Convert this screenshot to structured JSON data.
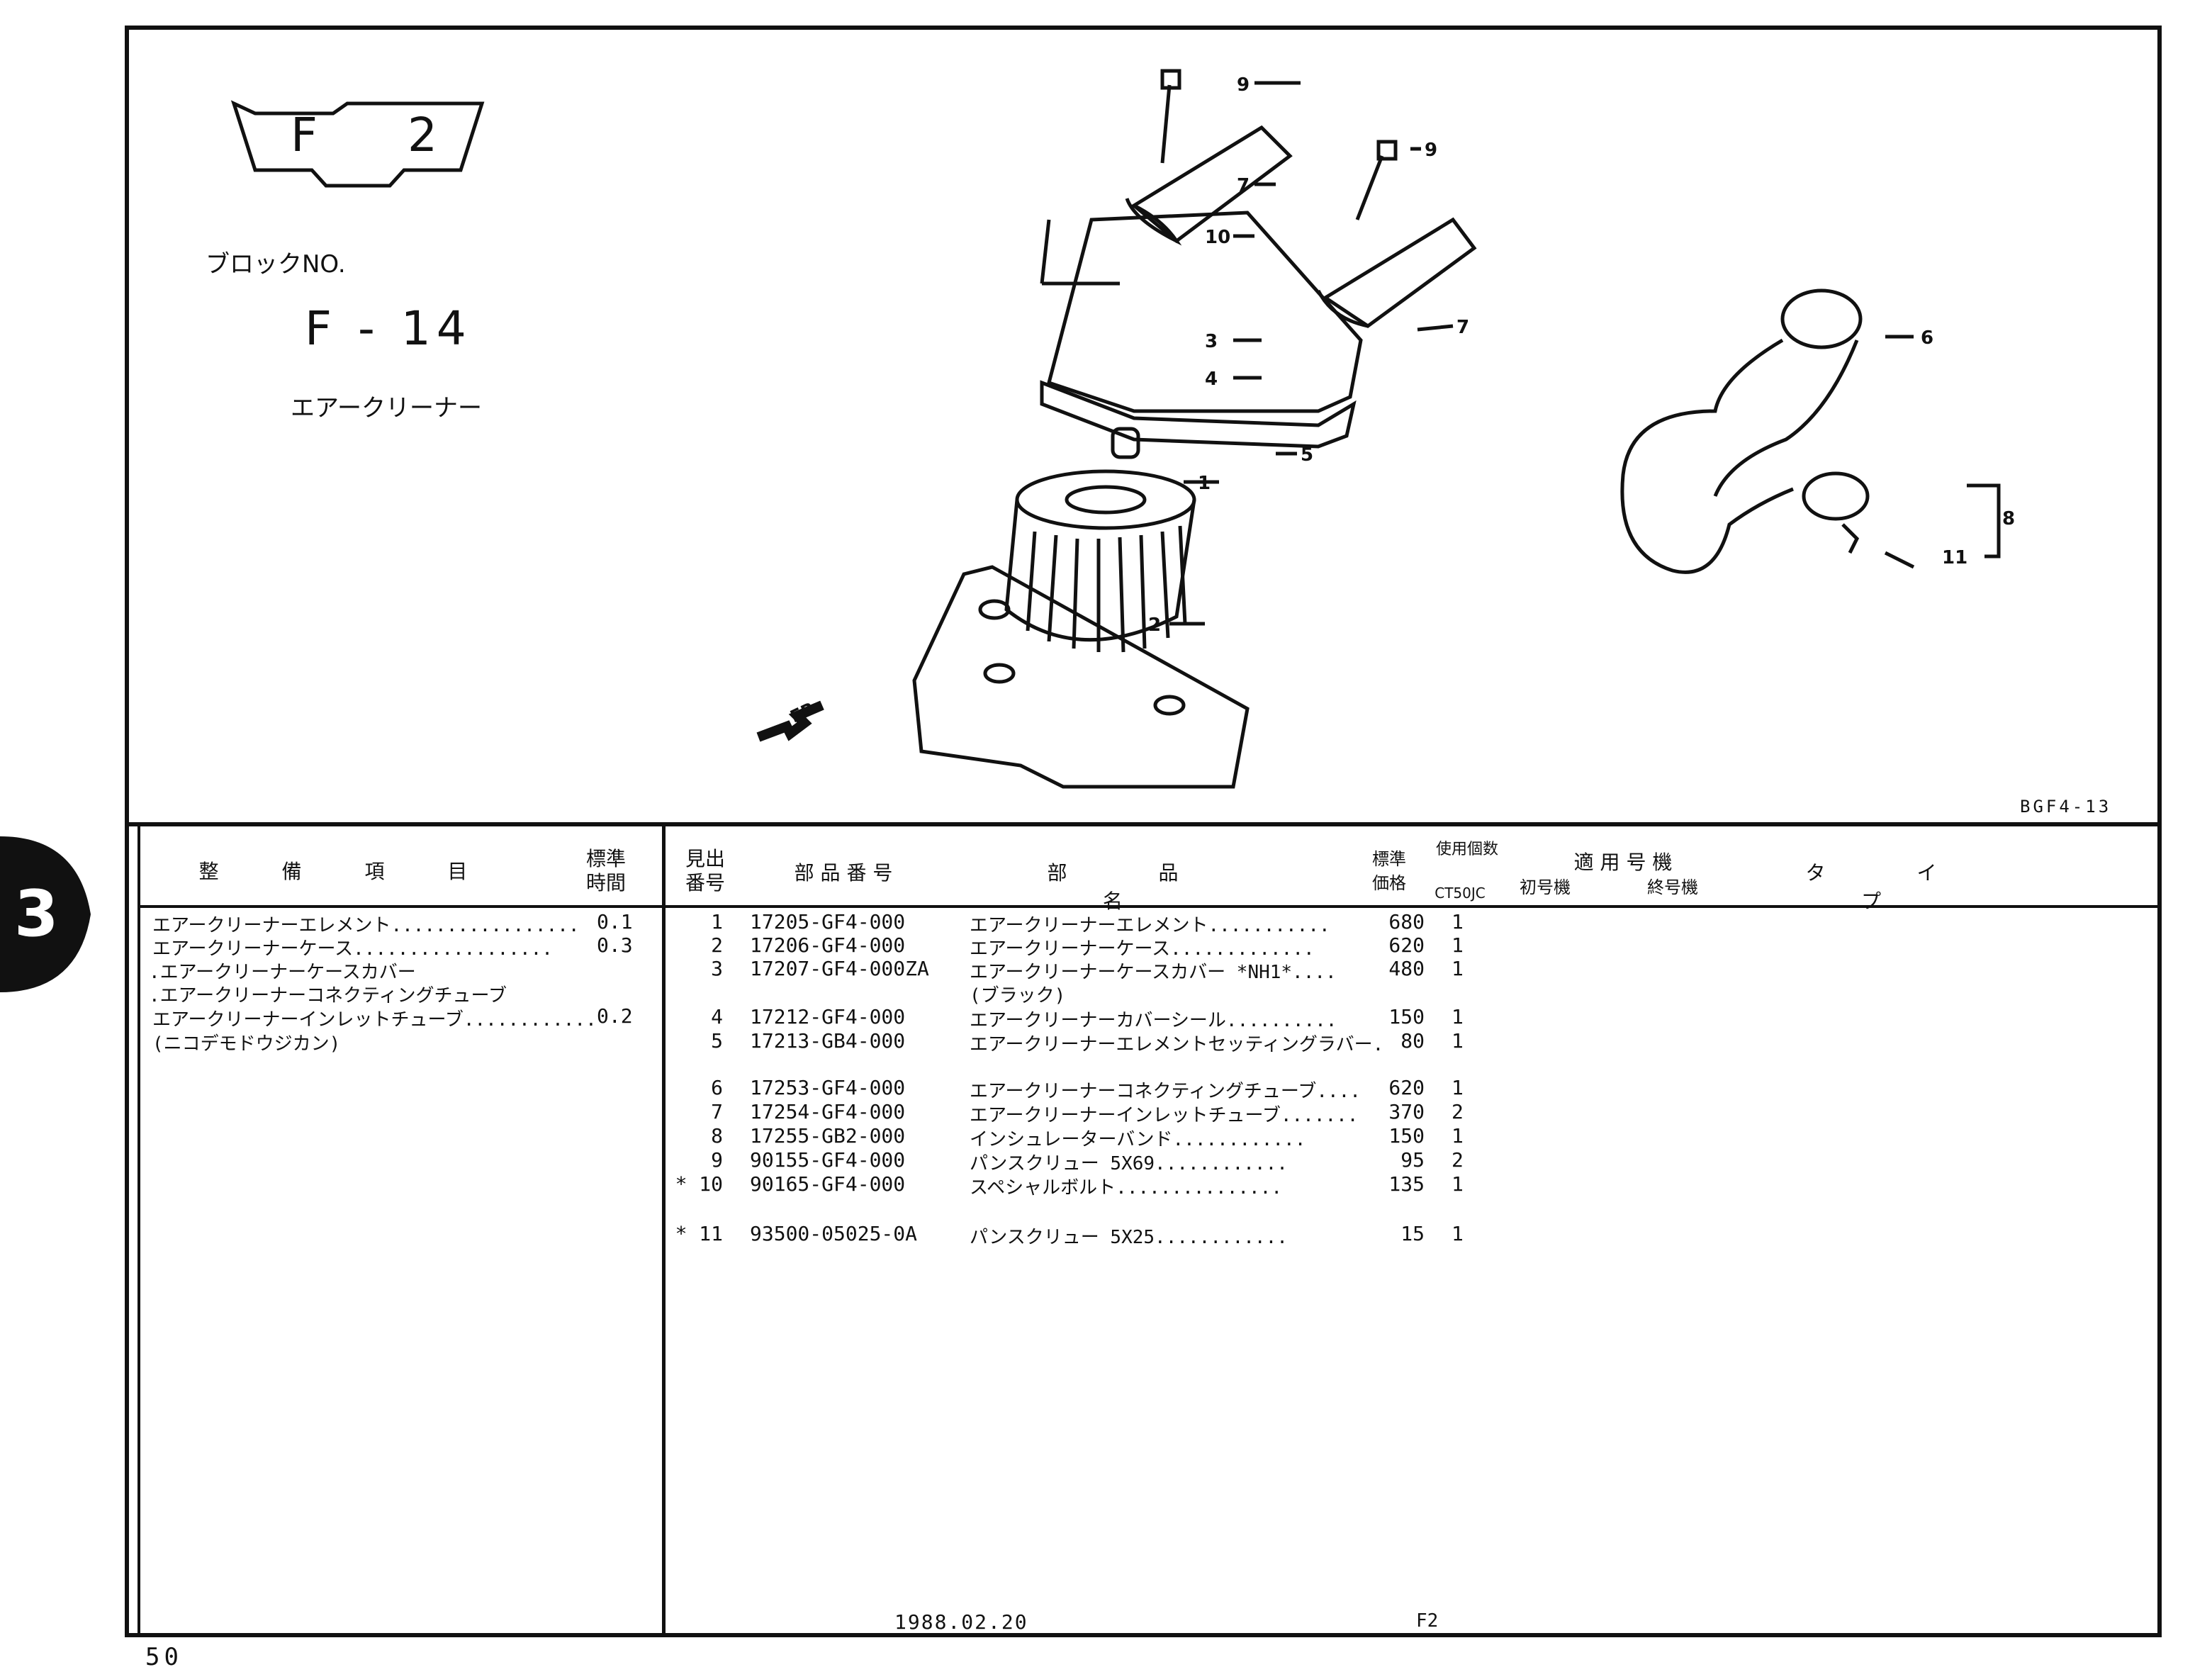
{
  "header": {
    "section_tag_letter": "F",
    "section_tag_number": "2",
    "block_label": "ブロックNO.",
    "block_number": "F - 14",
    "block_title": "エアークリーナー",
    "diagram_code": "BGF4-13",
    "fr_label": "FR."
  },
  "callouts": [
    "9",
    "9",
    "7",
    "10",
    "7",
    "3",
    "4",
    "5",
    "1",
    "2",
    "6",
    "8",
    "11"
  ],
  "service_table": {
    "headers": {
      "item": "整 備 項 目",
      "time": "標準\n時間"
    },
    "rows": [
      {
        "item": "エアークリーナーエレメント.................",
        "time": "0.1"
      },
      {
        "item": "エアークリーナーケース..................",
        "time": "0.3"
      },
      {
        "item": ".エアークリーナーケースカバー",
        "time": ""
      },
      {
        "item": ".エアークリーナーコネクティングチューブ",
        "time": ""
      },
      {
        "item": "エアークリーナーインレットチューブ............",
        "time": "0.2"
      },
      {
        "item": "(ニコデモドウジカン)",
        "time": ""
      }
    ]
  },
  "parts_table": {
    "headers": {
      "ref": "見出\n番号",
      "part_no": "部 品 番 号",
      "part_name": "部 品 名",
      "price": "標準\n価格",
      "qty": "使用個数",
      "model_col": "CT50JC",
      "applicable": "適 用 号 機",
      "first": "初号機",
      "last": "終号機",
      "type": "タ イ プ"
    },
    "rows": [
      {
        "ref": "1",
        "part_no": "17205-GF4-000",
        "name": "エアークリーナーエレメント...........",
        "price": "680",
        "qty": "1"
      },
      {
        "ref": "2",
        "part_no": "17206-GF4-000",
        "name": "エアークリーナーケース.............",
        "price": "620",
        "qty": "1"
      },
      {
        "ref": "3",
        "part_no": "17207-GF4-000ZA",
        "name": "エアークリーナーケースカバー *NH1*....",
        "price": "480",
        "qty": "1"
      },
      {
        "ref": "",
        "part_no": "",
        "name": "(ブラック)",
        "price": "",
        "qty": ""
      },
      {
        "ref": "4",
        "part_no": "17212-GF4-000",
        "name": "エアークリーナーカバーシール..........",
        "price": "150",
        "qty": "1"
      },
      {
        "ref": "5",
        "part_no": "17213-GB4-000",
        "name": "エアークリーナーエレメントセッティングラバー.",
        "price": "80",
        "qty": "1"
      },
      {
        "ref": "6",
        "part_no": "17253-GF4-000",
        "name": "エアークリーナーコネクティングチューブ....",
        "price": "620",
        "qty": "1"
      },
      {
        "ref": "7",
        "part_no": "17254-GF4-000",
        "name": "エアークリーナーインレットチューブ.......",
        "price": "370",
        "qty": "2"
      },
      {
        "ref": "8",
        "part_no": "17255-GB2-000",
        "name": "インシュレーターバンド............",
        "price": "150",
        "qty": "1"
      },
      {
        "ref": "9",
        "part_no": "90155-GF4-000",
        "name": "パンスクリュー 5X69............",
        "price": "95",
        "qty": "2"
      },
      {
        "ref": "* 10",
        "part_no": "90165-GF4-000",
        "name": "スペシャルボルト...............",
        "price": "135",
        "qty": "1"
      },
      {
        "ref": "* 11",
        "part_no": "93500-05025-0A",
        "name": "パンスクリュー 5X25............",
        "price": "15",
        "qty": "1"
      }
    ]
  },
  "footer": {
    "date": "1988.02.20",
    "code": "F2",
    "page": "50",
    "chapter": "3"
  }
}
